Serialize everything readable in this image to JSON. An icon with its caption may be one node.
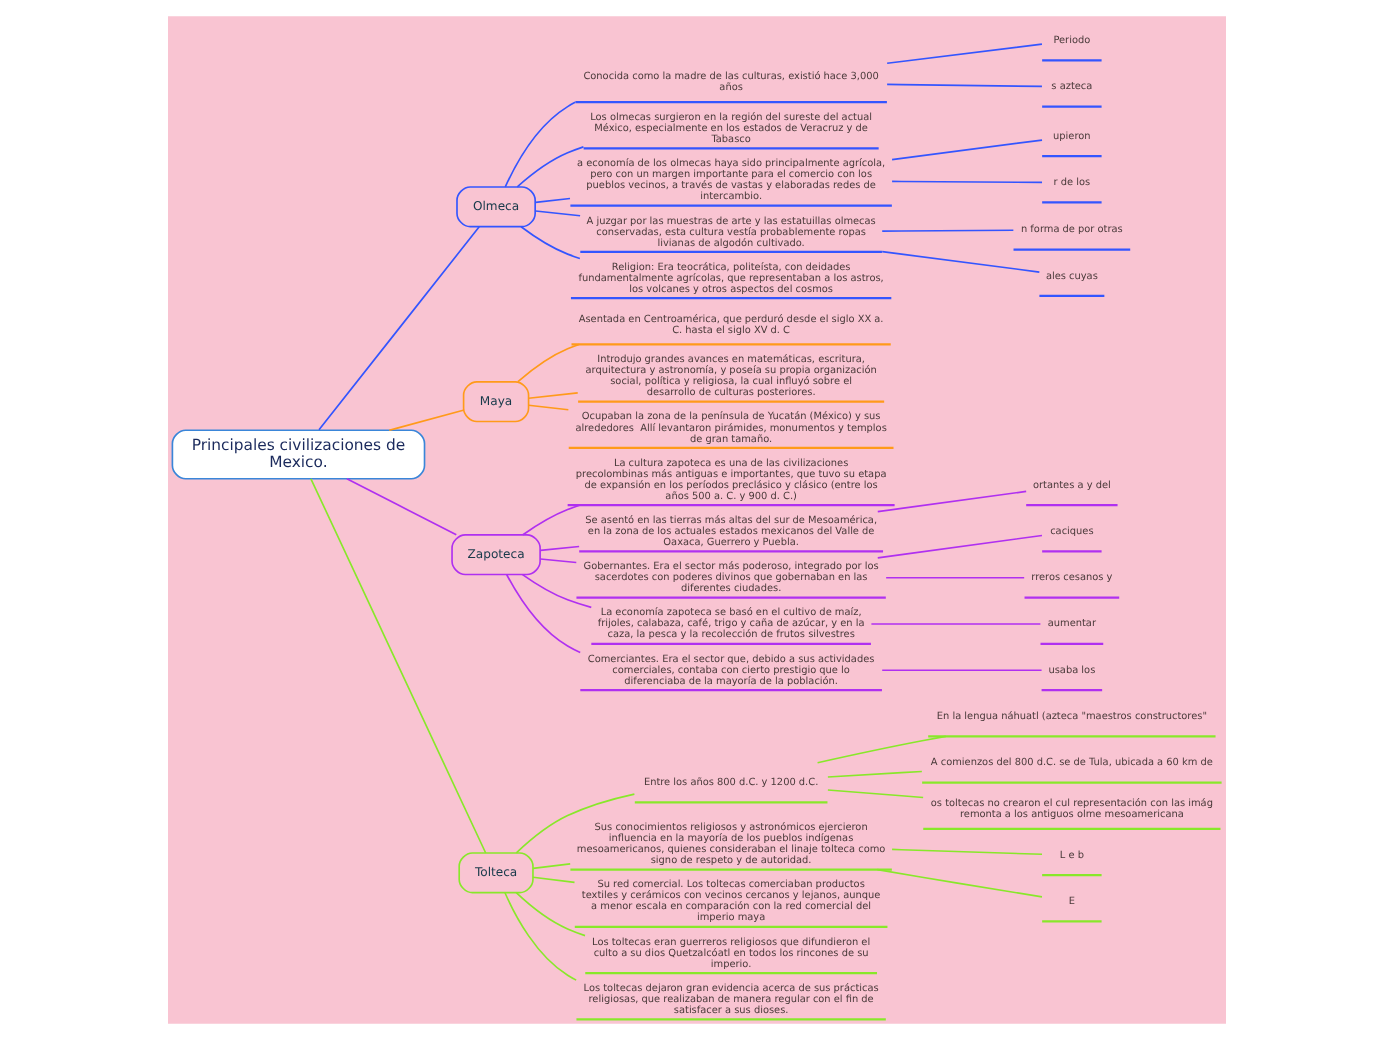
{
  "diagram": {
    "nodes": [
      {
        "text": [
          "Principales civilizaciones de Mexico."
        ]
      },
      {
        "text": [
          "Olmeca"
        ]
      },
      {
        "text": [
          "Conocida como la madre de las culturas, existió hace 3,000 años"
        ]
      },
      {
        "text": [
          "Los olmecas surgieron en la región del sureste del actual México, especialmente en los estados de Veracruz y de Tabasco"
        ]
      },
      {
        "text": [
          "a economía de los olmecas haya sido principalmente agrícola, pero con un margen importante para el comercio con los pueblos vecinos, a través de vastas y elaboradas redes de intercambio."
        ]
      },
      {
        "text": [
          "A juzgar por las muestras de arte y las estatuillas olmecas conservadas, esta cultura vestía probablemente ropas livianas de algodón cultivado."
        ]
      },
      {
        "text": [
          "Religion: Era teocrática, politeísta, con deidades fundamentalmente agrícolas, que representaban a los astros, los volcanes y otros aspectos del cosmos"
        ]
      },
      {
        "text": [
          "Periodo"
        ]
      },
      {
        "text": [
          "s azteca"
        ]
      },
      {
        "text": [
          "upieron"
        ]
      },
      {
        "text": [
          "r de los"
        ]
      },
      {
        "text": [
          "n forma de por otras"
        ]
      },
      {
        "text": [
          "ales cuyas"
        ]
      },
      {
        "text": [
          "Maya"
        ]
      },
      {
        "text": [
          "Asentada en Centroamérica, que perduró desde el siglo XX a. C. hasta el siglo XV d. C"
        ]
      },
      {
        "text": [
          "Introdujo grandes avances en matemáticas, escritura, arquitectura y astronomía, y poseía su propia organización social, política y religiosa, la cual influyó sobre el desarrollo de culturas posteriores."
        ]
      },
      {
        "text": [
          "Ocupaban la zona de la península de Yucatán (México) y sus alrededores  Allí levantaron pirámides, monumentos y templos de gran tamaño."
        ]
      },
      {
        "text": [
          "Zapoteca"
        ]
      },
      {
        "text": [
          "La cultura zapoteca es una de las civilizaciones precolombinas más antiguas e importantes, que tuvo su etapa de expansión en los períodos preclásico y clásico (entre los años 500 a. C. y 900 d. C.)"
        ]
      },
      {
        "text": [
          "Se asentó en las tierras más altas del sur de Mesoamérica, en la zona de los actuales estados mexicanos del Valle de Oaxaca, Guerrero y Puebla."
        ]
      },
      {
        "text": [
          "Gobernantes. Era el sector más poderoso, integrado por los sacerdotes con poderes divinos que gobernaban en las diferentes ciudades."
        ]
      },
      {
        "text": [
          "La economía zapoteca se basó en el cultivo de maíz, frijoles, calabaza, café, trigo y caña de azúcar, y en la caza, la pesca y la recolección de frutos silvestres"
        ]
      },
      {
        "text": [
          "Comerciantes. Era el sector que, debido a sus actividades comerciales, contaba con cierto prestigio que lo diferenciaba de la mayoría de la población."
        ]
      },
      {
        "text": [
          "ortantes a y del"
        ]
      },
      {
        "text": [
          "caciques"
        ]
      },
      {
        "text": [
          "rreros cesanos y"
        ]
      },
      {
        "text": [
          "aumentar"
        ]
      },
      {
        "text": [
          "usaba los"
        ]
      },
      {
        "text": [
          "Tolteca"
        ]
      },
      {
        "text": [
          "Entre los años 800 d.C. y 1200 d.C."
        ]
      },
      {
        "text": [
          "Sus conocimientos religiosos y astronómicos ejercieron influencia en la mayoría de los pueblos indígenas mesoamericanos, quienes consideraban el linaje tolteca como signo de respeto y de autoridad."
        ]
      },
      {
        "text": [
          "Su red comercial. Los toltecas comerciaban productos textiles y cerámicos con vecinos cercanos y lejanos, aunque a menor escala en comparación con la red comercial del imperio maya"
        ]
      },
      {
        "text": [
          "Los toltecas eran guerreros religiosos que difundieron el culto a su dios Quetzalcóatl en todos los rincones de su  imperio."
        ]
      },
      {
        "text": [
          "Los toltecas dejaron gran evidencia acerca de sus prácticas religiosas, que realizaban de manera regular con el fin de satisfacer a sus dioses."
        ]
      },
      {
        "text": [
          "En la lengua náhuatl (azteca \"maestros constructores\""
        ]
      },
      {
        "text": [
          "A comienzos del 800 d.C. se de Tula, ubicada a 60 km de"
        ]
      },
      {
        "text": [
          "os toltecas no crearon el cul representación con las imág remonta a los antiguos olme mesoamericana"
        ]
      },
      {
        "text": [
          "L e b"
        ]
      },
      {
        "text": [
          "E"
        ]
      }
    ],
    "edges": [
      {
        "from": 0,
        "to": 1,
        "arrow": "none",
        "color": "#3355ff"
      },
      {
        "from": 1,
        "to": 2,
        "arrow": "none",
        "color": "#3355ff"
      },
      {
        "from": 1,
        "to": 3,
        "arrow": "none",
        "color": "#3355ff"
      },
      {
        "from": 1,
        "to": 4,
        "arrow": "none",
        "color": "#3355ff"
      },
      {
        "from": 1,
        "to": 5,
        "arrow": "none",
        "color": "#3355ff"
      },
      {
        "from": 1,
        "to": 6,
        "arrow": "none",
        "color": "#3355ff"
      },
      {
        "from": 2,
        "to": 7,
        "arrow": "none",
        "color": "#3355ff"
      },
      {
        "from": 2,
        "to": 8,
        "arrow": "none",
        "color": "#3355ff"
      },
      {
        "from": 4,
        "to": 9,
        "arrow": "none",
        "color": "#3355ff"
      },
      {
        "from": 4,
        "to": 10,
        "arrow": "none",
        "color": "#3355ff"
      },
      {
        "from": 5,
        "to": 11,
        "arrow": "none",
        "color": "#3355ff"
      },
      {
        "from": 5,
        "to": 12,
        "arrow": "none",
        "color": "#3355ff"
      },
      {
        "from": 0,
        "to": 13,
        "arrow": "none",
        "color": "#ff9a1a"
      },
      {
        "from": 13,
        "to": 14,
        "arrow": "none",
        "color": "#ff9a1a"
      },
      {
        "from": 13,
        "to": 15,
        "arrow": "none",
        "color": "#ff9a1a"
      },
      {
        "from": 13,
        "to": 16,
        "arrow": "none",
        "color": "#ff9a1a"
      },
      {
        "from": 0,
        "to": 17,
        "arrow": "none",
        "color": "#b030f0"
      },
      {
        "from": 17,
        "to": 18,
        "arrow": "none",
        "color": "#b030f0"
      },
      {
        "from": 17,
        "to": 19,
        "arrow": "none",
        "color": "#b030f0"
      },
      {
        "from": 17,
        "to": 20,
        "arrow": "none",
        "color": "#b030f0"
      },
      {
        "from": 17,
        "to": 21,
        "arrow": "none",
        "color": "#b030f0"
      },
      {
        "from": 17,
        "to": 22,
        "arrow": "none",
        "color": "#b030f0"
      },
      {
        "from": 19,
        "to": 23,
        "arrow": "none",
        "color": "#b030f0"
      },
      {
        "from": 20,
        "to": 24,
        "arrow": "none",
        "color": "#b030f0"
      },
      {
        "from": 20,
        "to": 25,
        "arrow": "none",
        "color": "#b030f0"
      },
      {
        "from": 21,
        "to": 26,
        "arrow": "none",
        "color": "#b030f0"
      },
      {
        "from": 22,
        "to": 27,
        "arrow": "none",
        "color": "#b030f0"
      },
      {
        "from": 0,
        "to": 28,
        "arrow": "none",
        "color": "#88e82a"
      },
      {
        "from": 28,
        "to": 29,
        "arrow": "none",
        "color": "#88e82a"
      },
      {
        "from": 28,
        "to": 30,
        "arrow": "none",
        "color": "#88e82a"
      },
      {
        "from": 28,
        "to": 31,
        "arrow": "none",
        "color": "#88e82a"
      },
      {
        "from": 28,
        "to": 32,
        "arrow": "none",
        "color": "#88e82a"
      },
      {
        "from": 28,
        "to": 33,
        "arrow": "none",
        "color": "#88e82a"
      },
      {
        "from": 29,
        "to": 34,
        "arrow": "none",
        "color": "#88e82a"
      },
      {
        "from": 29,
        "to": 35,
        "arrow": "none",
        "color": "#88e82a"
      },
      {
        "from": 29,
        "to": 36,
        "arrow": "none",
        "color": "#88e82a"
      },
      {
        "from": 30,
        "to": 37,
        "arrow": "none",
        "color": "#88e82a"
      },
      {
        "from": 30,
        "to": 38,
        "arrow": "none",
        "color": "#88e82a"
      }
    ]
  }
}
